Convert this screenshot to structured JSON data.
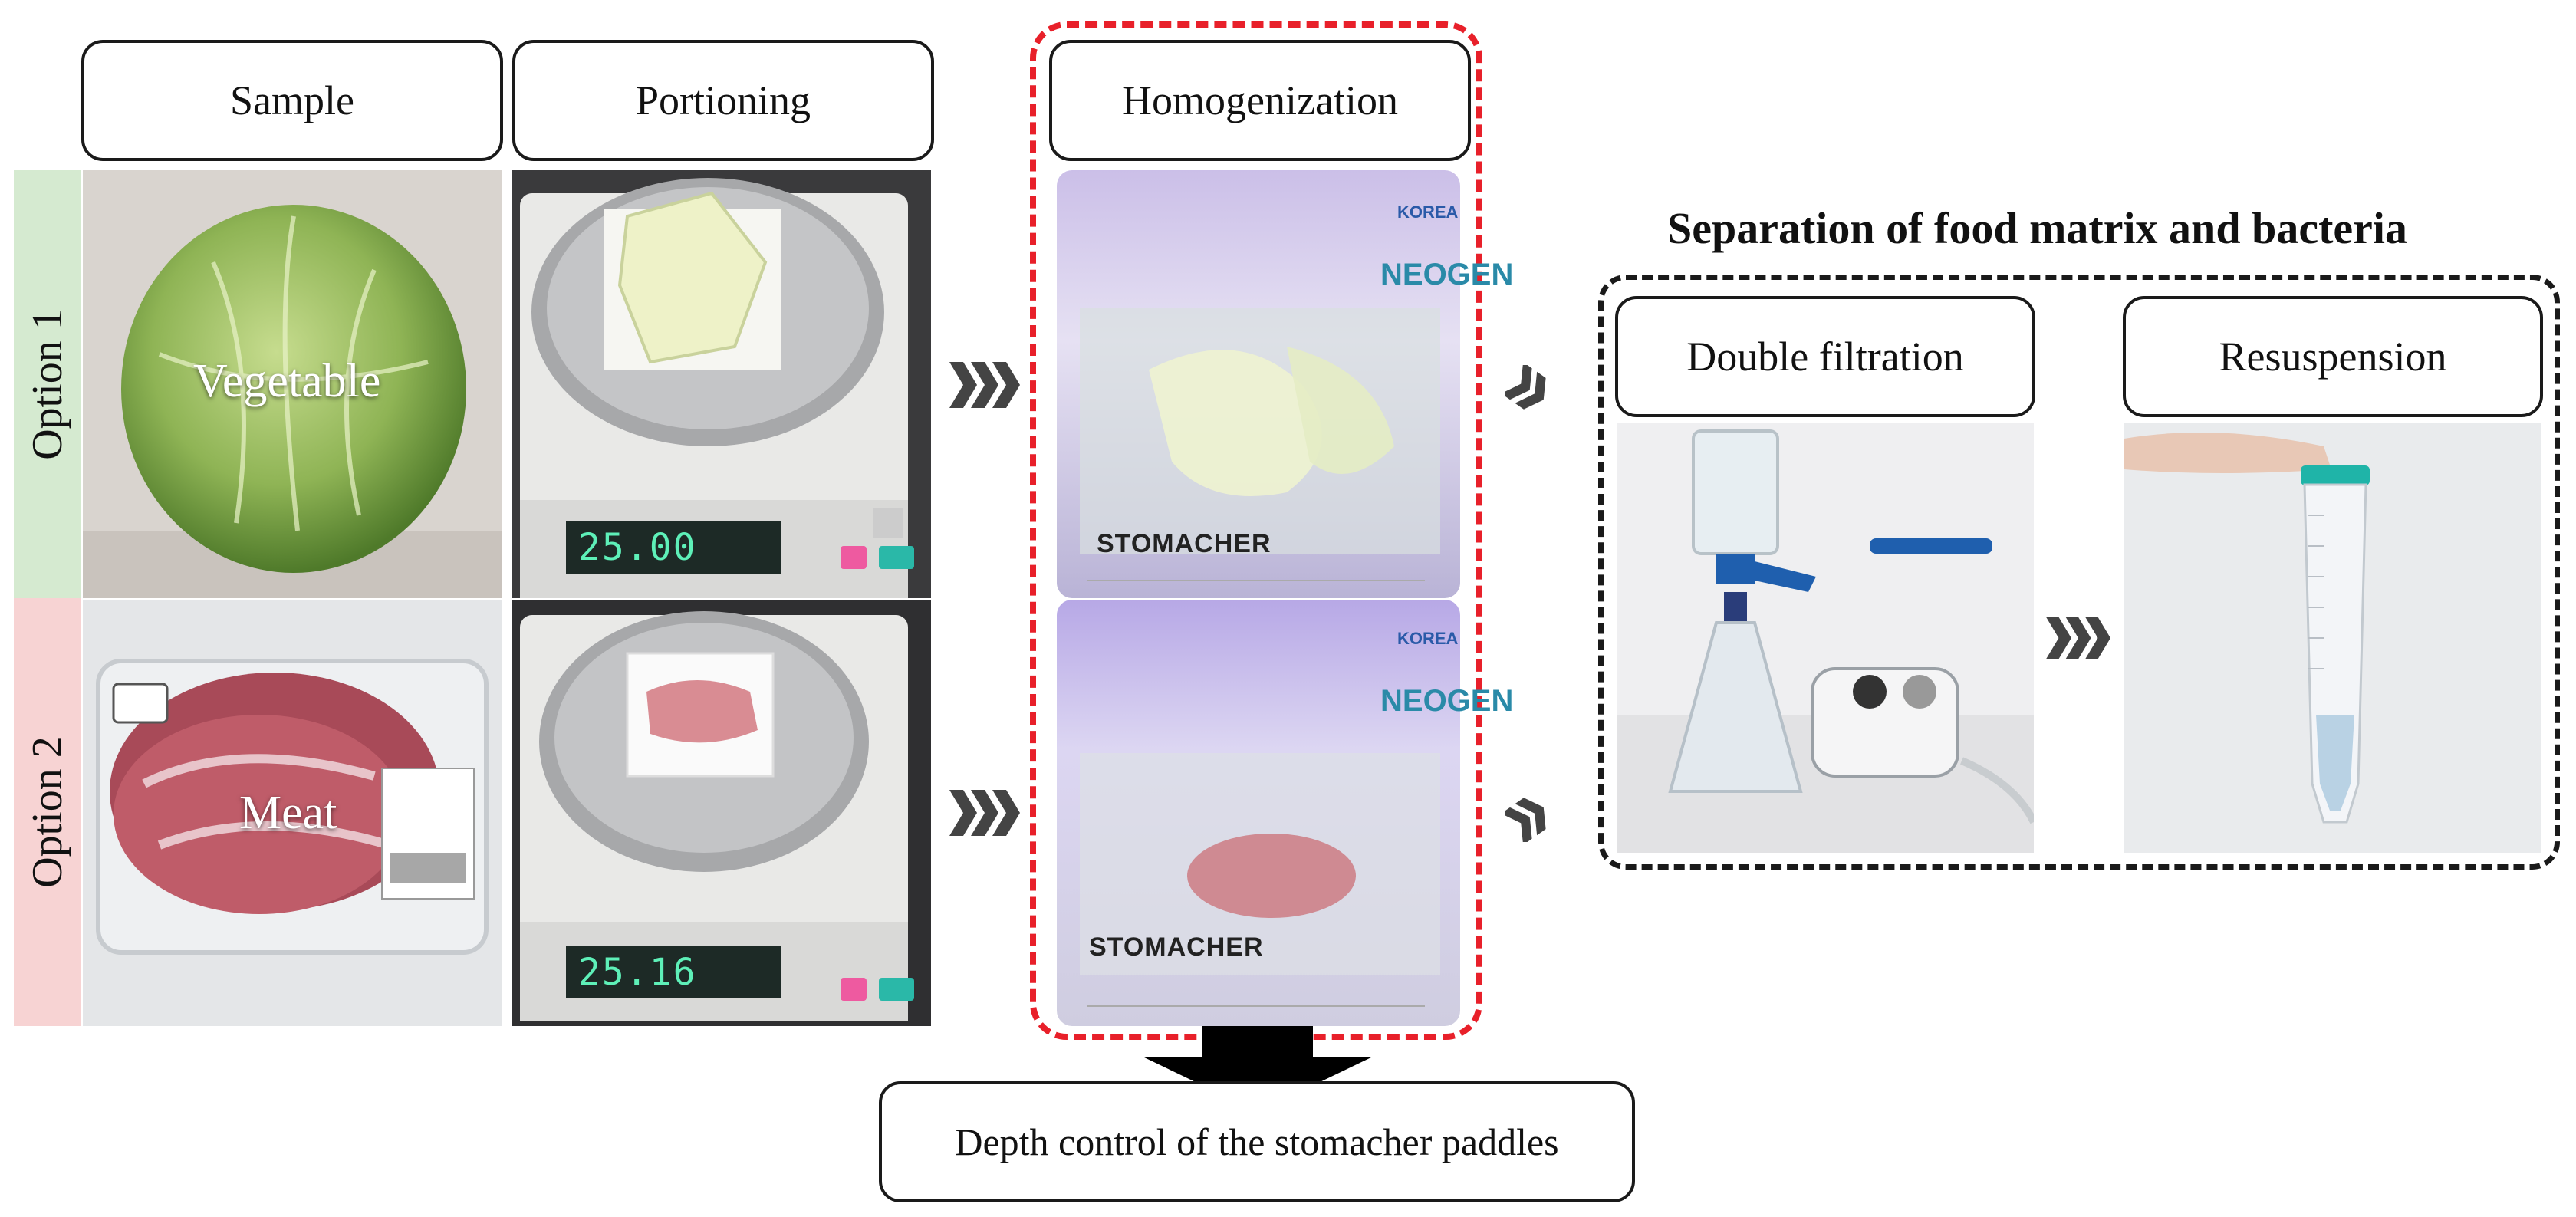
{
  "headers": {
    "sample": "Sample",
    "portioning": "Portioning",
    "homogenization": "Homogenization",
    "double_filtration": "Double filtration",
    "resuspension": "Resuspension"
  },
  "options": {
    "option1": "Option 1",
    "option2": "Option 2"
  },
  "samples": {
    "vegetable": "Vegetable",
    "meat": "Meat"
  },
  "scale": {
    "reading1": "25.00",
    "reading2": "25.16"
  },
  "bags": {
    "label": "STOMACHER",
    "brand": "NEOGEN",
    "logo_text": "KOREA"
  },
  "separation_title": "Separation of food matrix and bacteria",
  "depth_control": "Depth control of the stomacher paddles",
  "colors": {
    "option1_band": "#d5ead0",
    "option2_band": "#f7d3d3",
    "homogenization_frame": "#e8202a",
    "separation_frame": "#1a1a1a",
    "chevron": "#444444"
  },
  "icons": [
    "chevron-arrow-icon",
    "down-arrow-icon"
  ]
}
